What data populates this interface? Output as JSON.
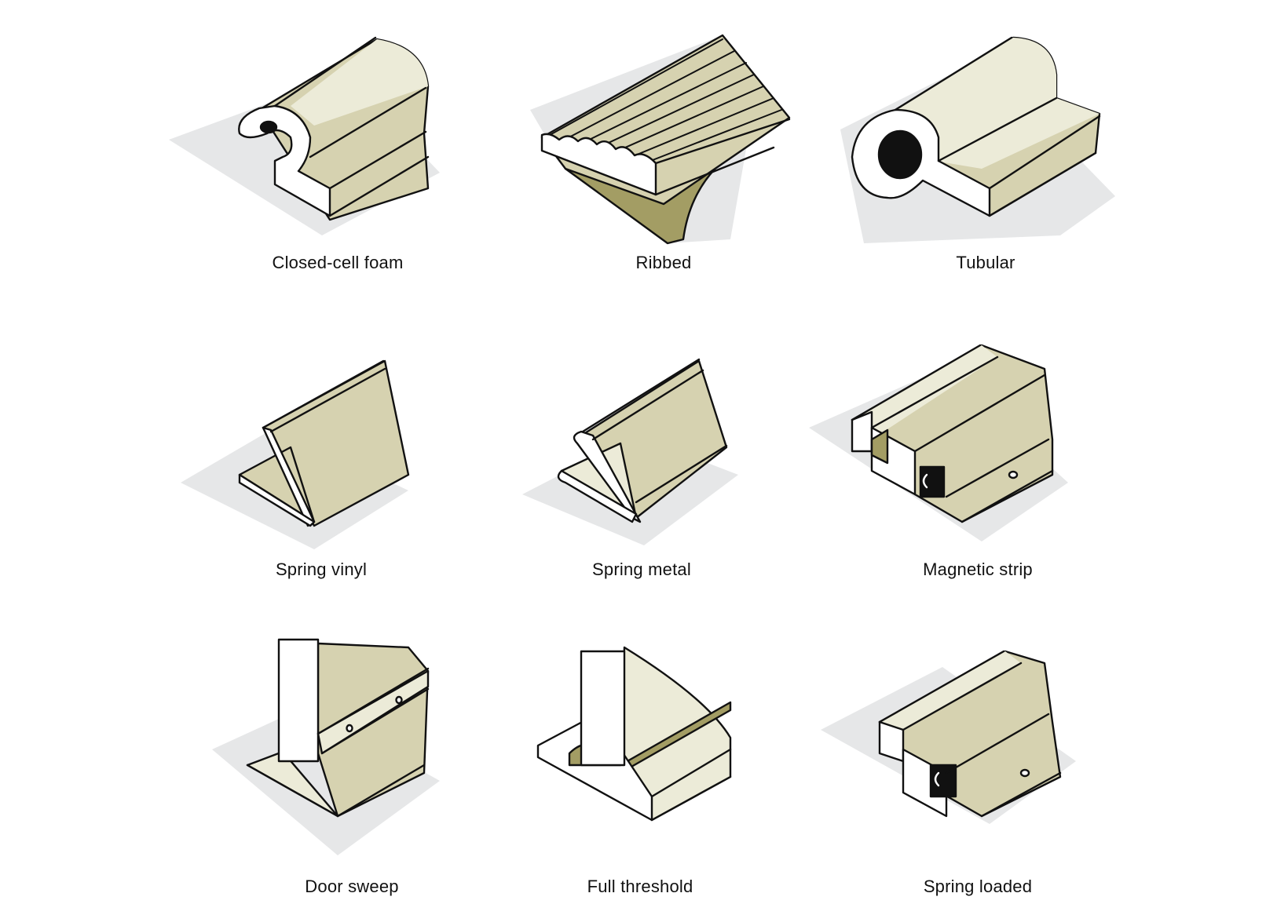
{
  "items": [
    {
      "label": "Closed-cell foam"
    },
    {
      "label": "Ribbed"
    },
    {
      "label": "Tubular"
    },
    {
      "label": "Spring vinyl"
    },
    {
      "label": "Spring metal"
    },
    {
      "label": "Magnetic strip"
    },
    {
      "label": "Door sweep"
    },
    {
      "label": "Full threshold"
    },
    {
      "label": "Spring loaded"
    }
  ],
  "colors": {
    "shadow": "#e6e7e8",
    "face_light": "#ecebd8",
    "face_mid": "#d6d2b0",
    "face_dark": "#a39d64",
    "outline": "#111111",
    "white": "#ffffff"
  }
}
